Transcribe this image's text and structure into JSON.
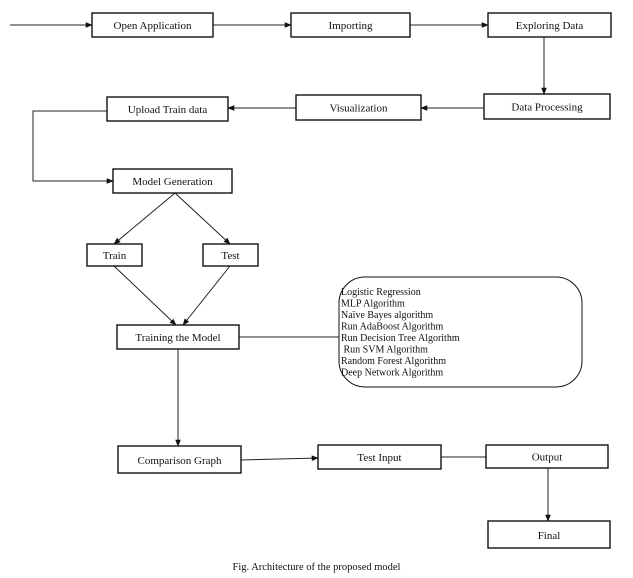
{
  "nodes": {
    "open_application": "Open Application",
    "importing": "Importing",
    "exploring_data": "Exploring Data",
    "data_processing": "Data Processing",
    "visualization": "Visualization",
    "upload_train_data": "Upload Train data",
    "model_generation": "Model Generation",
    "train": "Train",
    "test": "Test",
    "training_the_model": "Training the Model",
    "comparison_graph": "Comparison Graph",
    "test_input": "Test Input",
    "output": "Output",
    "final": "Final"
  },
  "algorithms": [
    "Logistic Regression",
    "MLP Algorithm",
    "Naïve Bayes algorithm",
    "Run AdaBoost Algorithm",
    "Run Decision Tree Algorithm",
    " Run SVM Algorithm",
    "Random Forest Algorithm",
    "Deep Network Algorithm"
  ],
  "caption": "Fig. Architecture of the proposed model",
  "colors": {
    "stroke": "#111111",
    "background": "#ffffff"
  }
}
